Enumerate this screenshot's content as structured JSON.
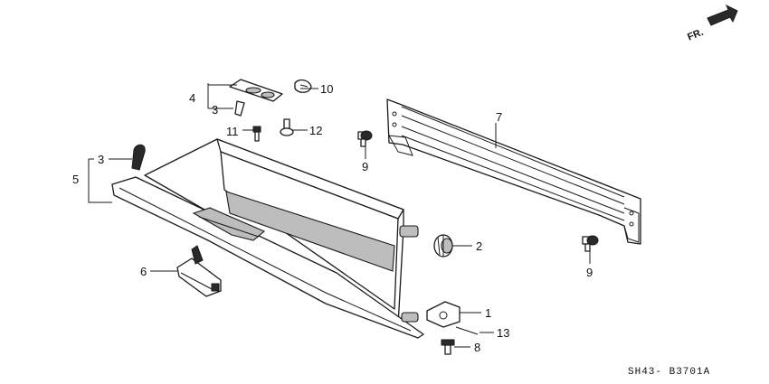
{
  "direction_indicator": {
    "label": "FR."
  },
  "diagram_code": "SH43- B3701A",
  "callouts": {
    "c1": "1",
    "c2": "2",
    "c3a": "3",
    "c3b": "3",
    "c4": "4",
    "c5": "5",
    "c6": "6",
    "c7": "7",
    "c8": "8",
    "c9a": "9",
    "c9b": "9",
    "c10": "10",
    "c11": "11",
    "c12": "12",
    "c13": "13"
  }
}
